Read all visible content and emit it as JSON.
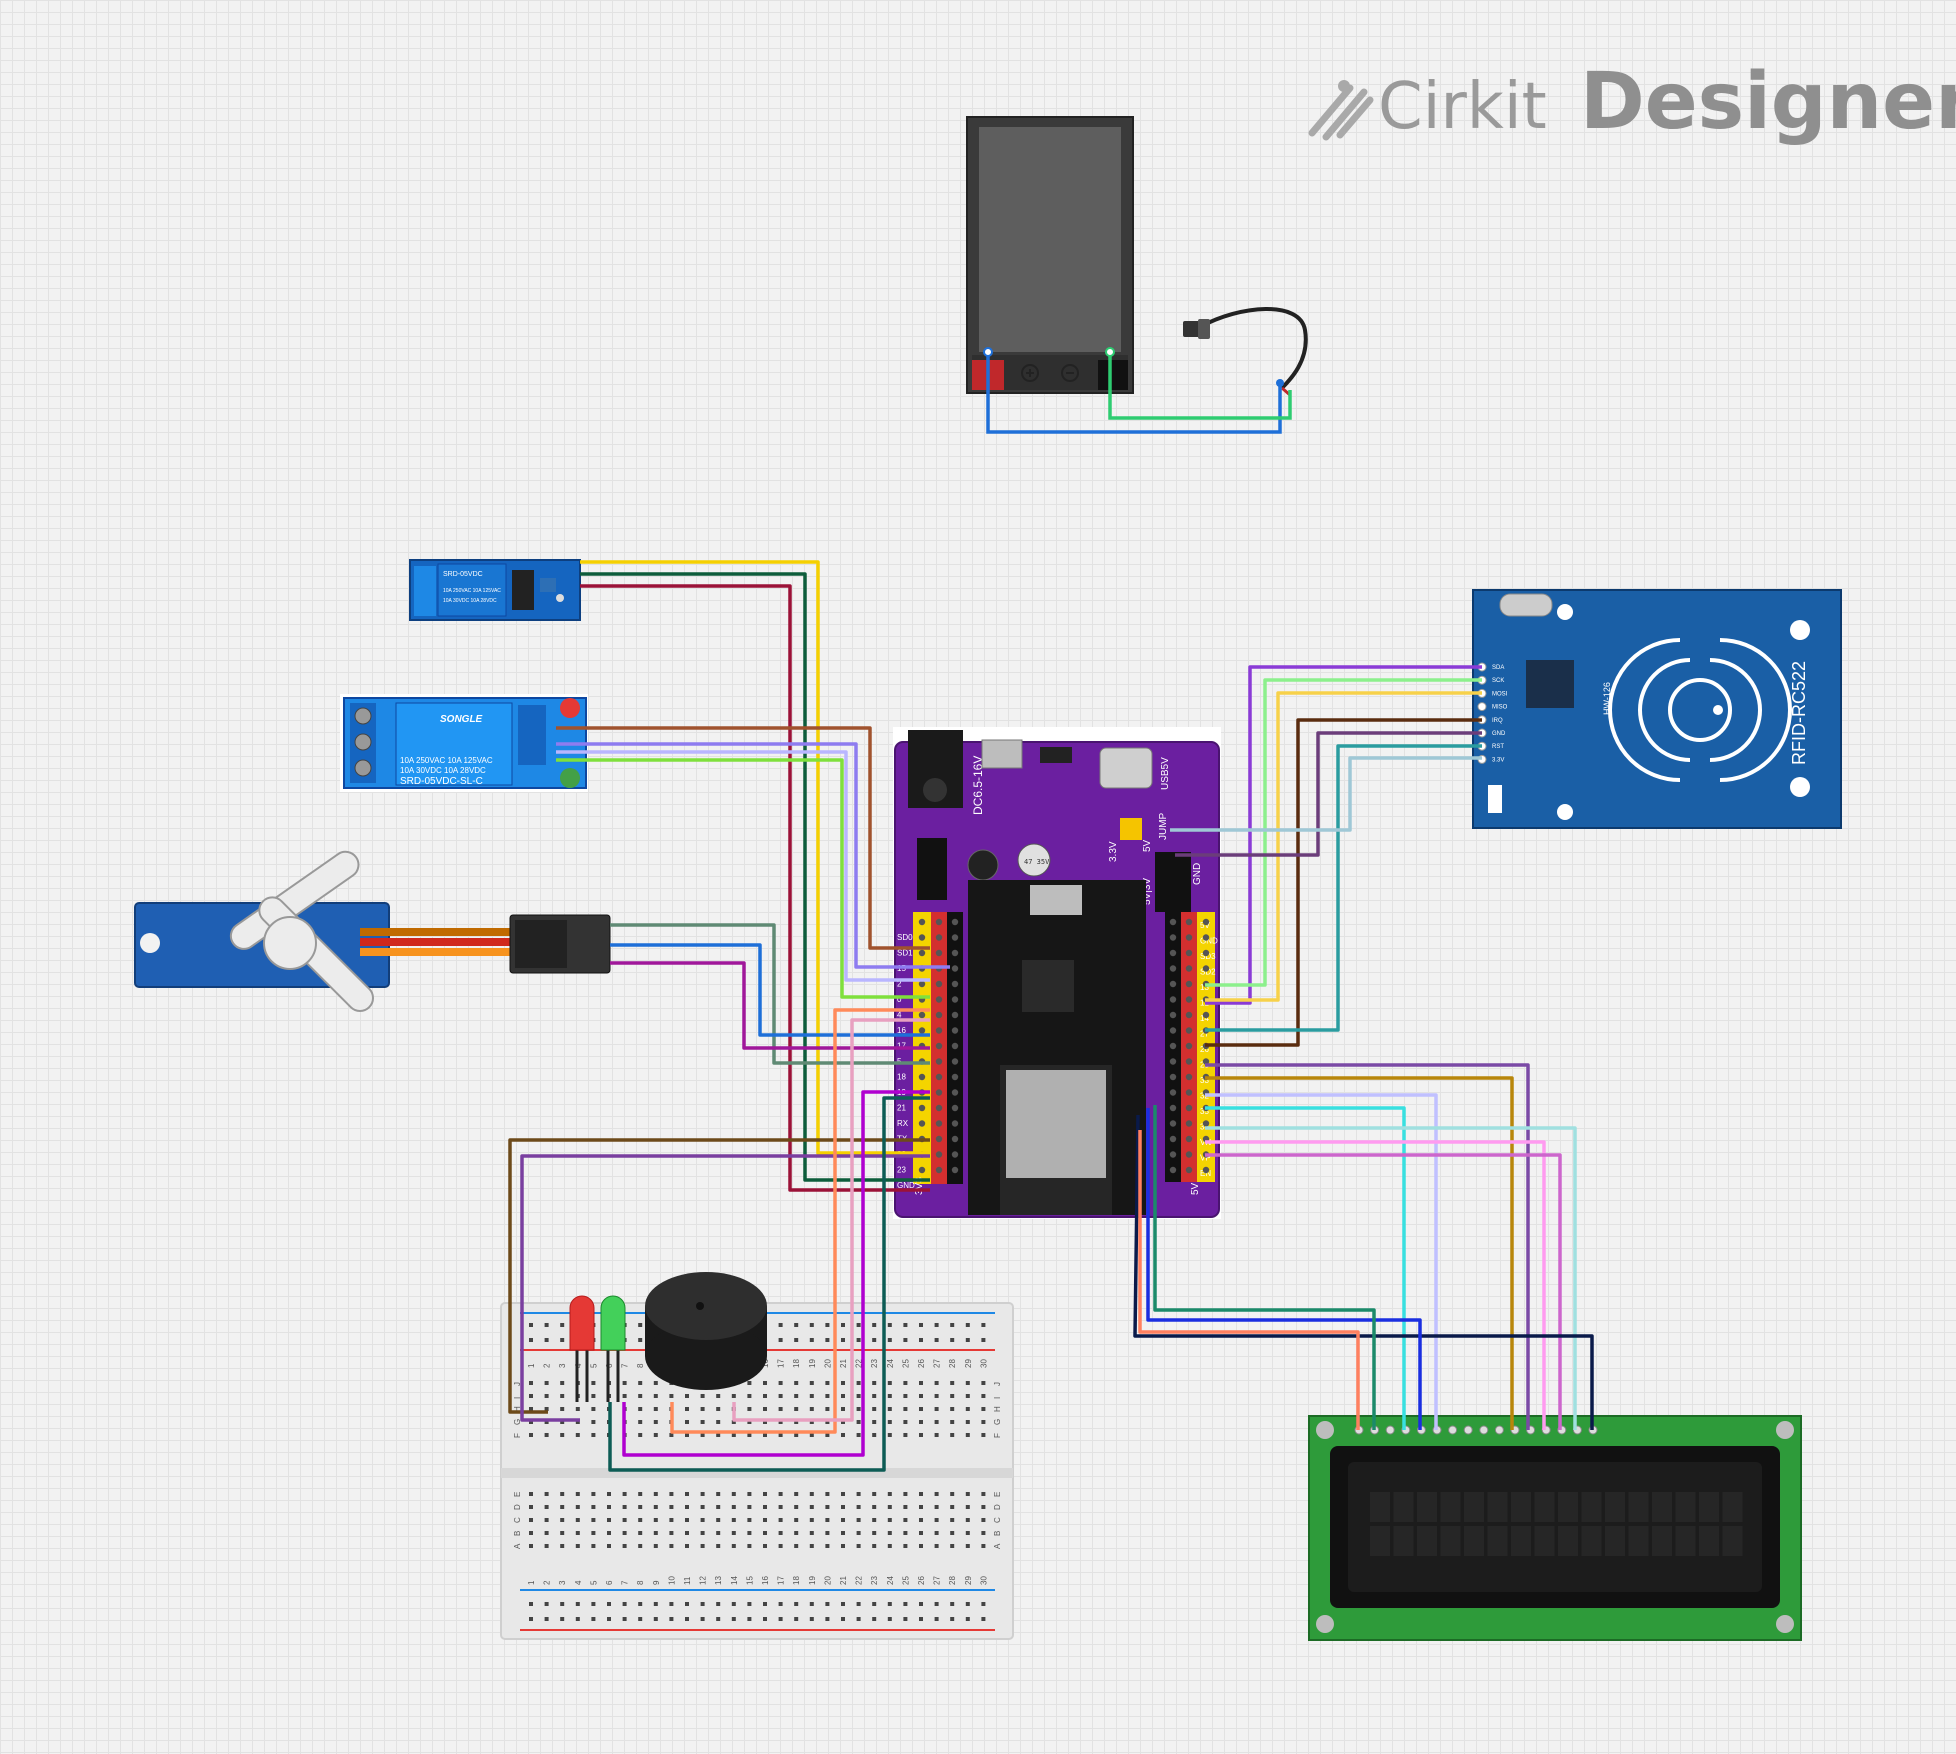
{
  "brand": {
    "name_light": "Cirkit",
    "name_bold": "Designer"
  },
  "components": {
    "relay_small": {
      "labels": [
        "SRD-05VDC",
        "10A 250VAC 10A 125VAC",
        "10A 30VDC 10A 28VDC"
      ]
    },
    "relay_large": {
      "brand": "SONGLE",
      "labels": [
        "10A 250VAC  10A 125VAC",
        "10A 30VDC  10A 28VDC"
      ],
      "model": "SRD-05VDC-SL-C"
    },
    "esp32_board": {
      "dc_label": "DC6.5-16V",
      "usb_label": "USB5V",
      "jump_label": "JUMP",
      "v33_label": "3.3V",
      "v5_label": "5V",
      "gnd_label": "GND",
      "vsel_label": "5V|3V",
      "cap_label": "47 35V",
      "left_pins": [
        "SD0",
        "SD1",
        "15",
        "2",
        "0",
        "4",
        "16",
        "17",
        "5",
        "18",
        "19",
        "21",
        "RX",
        "TX",
        "22",
        "23",
        "GND"
      ],
      "right_pins": [
        "5V",
        "GND",
        "SD3",
        "SD2",
        "13",
        "12",
        "14",
        "27",
        "26",
        "25",
        "33",
        "32",
        "35",
        "34",
        "VN",
        "VP",
        "EN"
      ],
      "bottom_left": "3V3",
      "bottom_right": "5V"
    },
    "rfid": {
      "label": "RFID-RC522",
      "chip": "HW-126",
      "pins": [
        "SDA",
        "SCK",
        "MOSI",
        "MISO",
        "IRQ",
        "GND",
        "RST",
        "3.3V"
      ]
    },
    "breadboard": {
      "numbers": [
        "1",
        "2",
        "3",
        "4",
        "5",
        "6",
        "7",
        "8",
        "9",
        "10",
        "11",
        "12",
        "13",
        "14",
        "15",
        "16",
        "17",
        "18",
        "19",
        "20",
        "21",
        "22",
        "23",
        "24",
        "25",
        "26",
        "27",
        "28",
        "29",
        "30"
      ],
      "rows_top": [
        "J",
        "I",
        "H",
        "G",
        "F"
      ],
      "rows_bottom": [
        "E",
        "D",
        "C",
        "B",
        "A"
      ]
    }
  },
  "colors": {
    "board_purple": "#6b1fa0",
    "relay_blue": "#1565c0",
    "rfid_blue": "#1a5fa6",
    "lcd_green": "#2e9b3a",
    "wire_yellow": "#f5d000",
    "wire_darkgreen": "#0d5c3b",
    "wire_maroon": "#9b1238",
    "wire_blue": "#1e6fd8",
    "wire_green": "#2ecc71"
  }
}
